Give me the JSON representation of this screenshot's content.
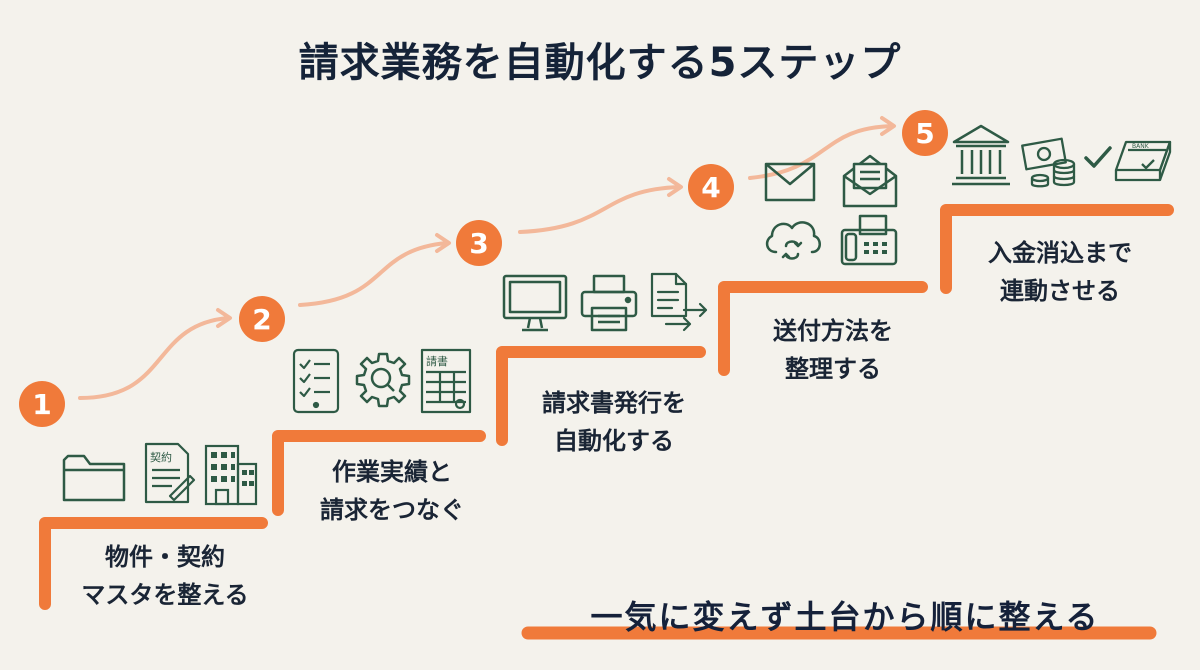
{
  "title": "請求業務を自動化する5ステップ",
  "steps": [
    {
      "number": "1",
      "line1": "物件・契約",
      "line2": "マスタを整える"
    },
    {
      "number": "2",
      "line1": "作業実績と",
      "line2": "請求をつなぐ"
    },
    {
      "number": "3",
      "line1": "請求書発行を",
      "line2": "自動化する"
    },
    {
      "number": "4",
      "line1": "送付方法を",
      "line2": "整理する"
    },
    {
      "number": "5",
      "line1": "入金消込まで",
      "line2": "連動させる"
    }
  ],
  "icon_text": {
    "contract": "契約",
    "invoice": "請書",
    "bank_card": "BANK"
  },
  "footer": "一気に変えず土台から順に整える",
  "colors": {
    "accent": "#f07a3a",
    "arrow": "#f3b89a",
    "icon_stroke": "#2e5a45",
    "text": "#152338",
    "background": "#f4f2ec"
  }
}
